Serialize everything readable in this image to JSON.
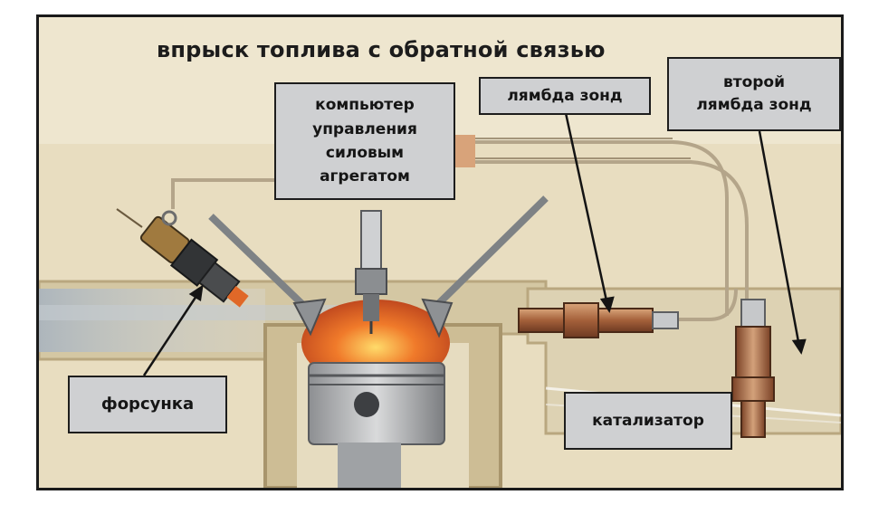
{
  "diagram": {
    "title": "впрыск топлива с обратной связью",
    "labels": {
      "ecu_lines": [
        "компьютер",
        "управления",
        "силовым",
        "агрегатом"
      ],
      "lambda_sensor": "лямбда зонд",
      "second_lambda_lines": [
        "второй",
        "лямбда зонд"
      ],
      "injector": "форсунка",
      "catalyst": "катализатор"
    }
  }
}
